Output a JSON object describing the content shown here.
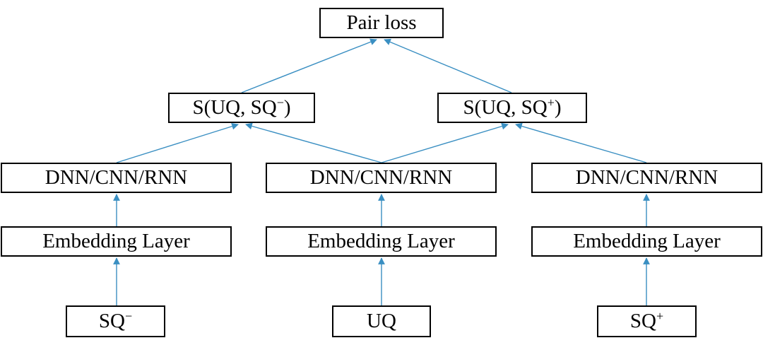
{
  "colors": {
    "edge": "#3a8fc2",
    "border": "#000000",
    "text": "#000000"
  },
  "nodes": {
    "pair_loss": "Pair loss",
    "sim_neg_base": "S(UQ, SQ",
    "sim_neg_sup": "−",
    "sim_neg_close": ")",
    "sim_pos_base": "S(UQ, SQ",
    "sim_pos_sup": "+",
    "sim_pos_close": ")",
    "dnn_left": "DNN/CNN/RNN",
    "dnn_mid": "DNN/CNN/RNN",
    "dnn_right": "DNN/CNN/RNN",
    "emb_left": "Embedding Layer",
    "emb_mid": "Embedding Layer",
    "emb_right": "Embedding Layer",
    "sq_neg_base": "SQ",
    "sq_neg_sup": "−",
    "uq": "UQ",
    "sq_pos_base": "SQ",
    "sq_pos_sup": "+"
  }
}
